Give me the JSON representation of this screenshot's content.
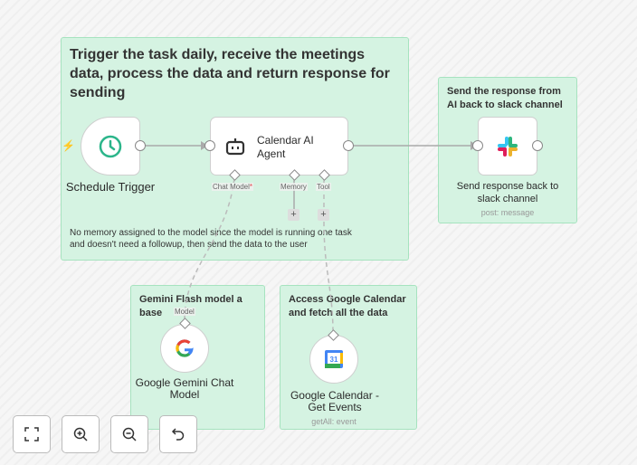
{
  "stickies": [
    {
      "text": "Trigger the task daily, receive the meetings data, process the data and return response for sending",
      "note": "No memory assigned to the model since the model is running one task and doesn't need a followup, then send the data to the user"
    },
    {
      "text": "Send the response from AI back to slack channel"
    },
    {
      "text": "Gemini Flash model a base"
    },
    {
      "text": "Access Google Calendar and fetch all the data"
    }
  ],
  "nodes": {
    "trigger": {
      "label": "Schedule Trigger",
      "icon": "clock-icon"
    },
    "agent": {
      "label": "Calendar AI Agent",
      "icon": "robot-icon",
      "ports": {
        "model": "Chat Model",
        "required": "*",
        "memory": "Memory",
        "tool": "Tool"
      }
    },
    "slack": {
      "label": "Send response back to slack channel",
      "subtitle": "post: message",
      "icon": "slack-icon"
    },
    "gemini": {
      "label": "Google Gemini Chat Model",
      "port": "Model",
      "icon": "google-icon"
    },
    "calendar": {
      "label": "Google Calendar - Get Events",
      "subtitle": "getAll: event",
      "icon": "google-calendar-icon"
    }
  },
  "colors": {
    "sticky": "#d5f3e2",
    "accent": "#2bb58a",
    "trigger": "#ff6d5a"
  }
}
